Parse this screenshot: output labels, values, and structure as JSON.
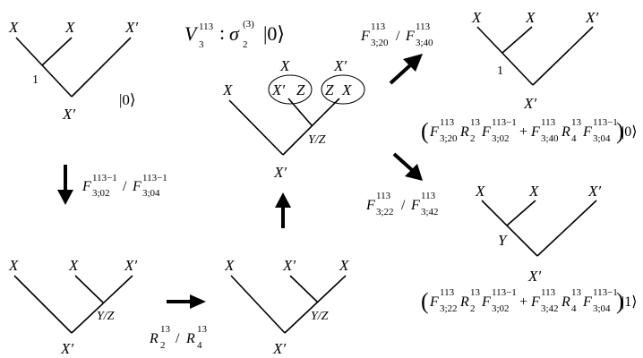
{
  "title": {
    "V": "V",
    "V_sup": "113",
    "V_sub": "3",
    "colon": ":",
    "sigma": "σ",
    "sigma_sup": "(3)",
    "sigma_sub": "2",
    "ket": "|0⟩"
  },
  "tree_a": {
    "leaf1": "X",
    "leaf2": "X",
    "leaf3": "X′",
    "vertex": "1",
    "root": "X′",
    "ket": "|0⟩"
  },
  "arrow_down_label": {
    "F": "F",
    "sup1": "113−1",
    "sub1": "3;02",
    "slash": "/",
    "sup2": "113−1",
    "sub2": "3;04"
  },
  "tree_b": {
    "leaf1": "X",
    "leaf2": "X",
    "leaf3": "X′",
    "vertex": "Y/Z",
    "root": "X′"
  },
  "arrow_right_label": {
    "R": "R",
    "sup1": "13",
    "sub1": "2",
    "slash": "/",
    "sup2": "13",
    "sub2": "4"
  },
  "tree_c": {
    "leaf1": "X",
    "leaf2": "X′",
    "leaf3": "X",
    "vertex": "Y/Z",
    "root": "X′"
  },
  "tree_d": {
    "top1": "X",
    "top2": "X′",
    "leaf1": "X",
    "e1a": "X′",
    "e1b": "Z",
    "e2a": "Z",
    "e2b": "X",
    "vertex": "Y/Z",
    "root": "X′"
  },
  "upper_branch_label": {
    "F": "F",
    "sup1": "113",
    "sub1": "3;20",
    "slash": "/",
    "sup2": "113",
    "sub2": "3;40"
  },
  "lower_branch_label": {
    "F": "F",
    "sup1": "113",
    "sub1": "3;22",
    "slash": "/",
    "sup2": "113",
    "sub2": "3;42"
  },
  "tree_e": {
    "leaf1": "X",
    "leaf2": "X",
    "leaf3": "X′",
    "vertex": "1",
    "root": "X′"
  },
  "tree_f": {
    "leaf1": "X",
    "leaf2": "X",
    "leaf3": "X′",
    "vertex": "Y",
    "root": "X′"
  },
  "expr_upper": {
    "open": "(",
    "t1": "F",
    "t1_sup": "113",
    "t1_sub": "3;20",
    "t2": "R",
    "t2_sup": "13",
    "t2_sub": "2",
    "t3": "F",
    "t3_sup": "113−1",
    "t3_sub": "3;02",
    "plus": "+",
    "t4": "F",
    "t4_sup": "113",
    "t4_sub": "3;40",
    "t5": "R",
    "t5_sup": "13",
    "t5_sub": "4",
    "t6": "F",
    "t6_sup": "113−1",
    "t6_sub": "3;04",
    "close": ")",
    "ket": "|0⟩"
  },
  "expr_lower": {
    "open": "(",
    "t1": "F",
    "t1_sup": "113",
    "t1_sub": "3;22",
    "t2": "R",
    "t2_sup": "13",
    "t2_sub": "2",
    "t3": "F",
    "t3_sup": "113−1",
    "t3_sub": "3;02",
    "plus": "+",
    "t4": "F",
    "t4_sup": "113",
    "t4_sub": "3;42",
    "t5": "R",
    "t5_sup": "13",
    "t5_sub": "4",
    "t6": "F",
    "t6_sup": "113−1",
    "t6_sub": "3;04",
    "close": ")",
    "ket": "|1⟩"
  }
}
